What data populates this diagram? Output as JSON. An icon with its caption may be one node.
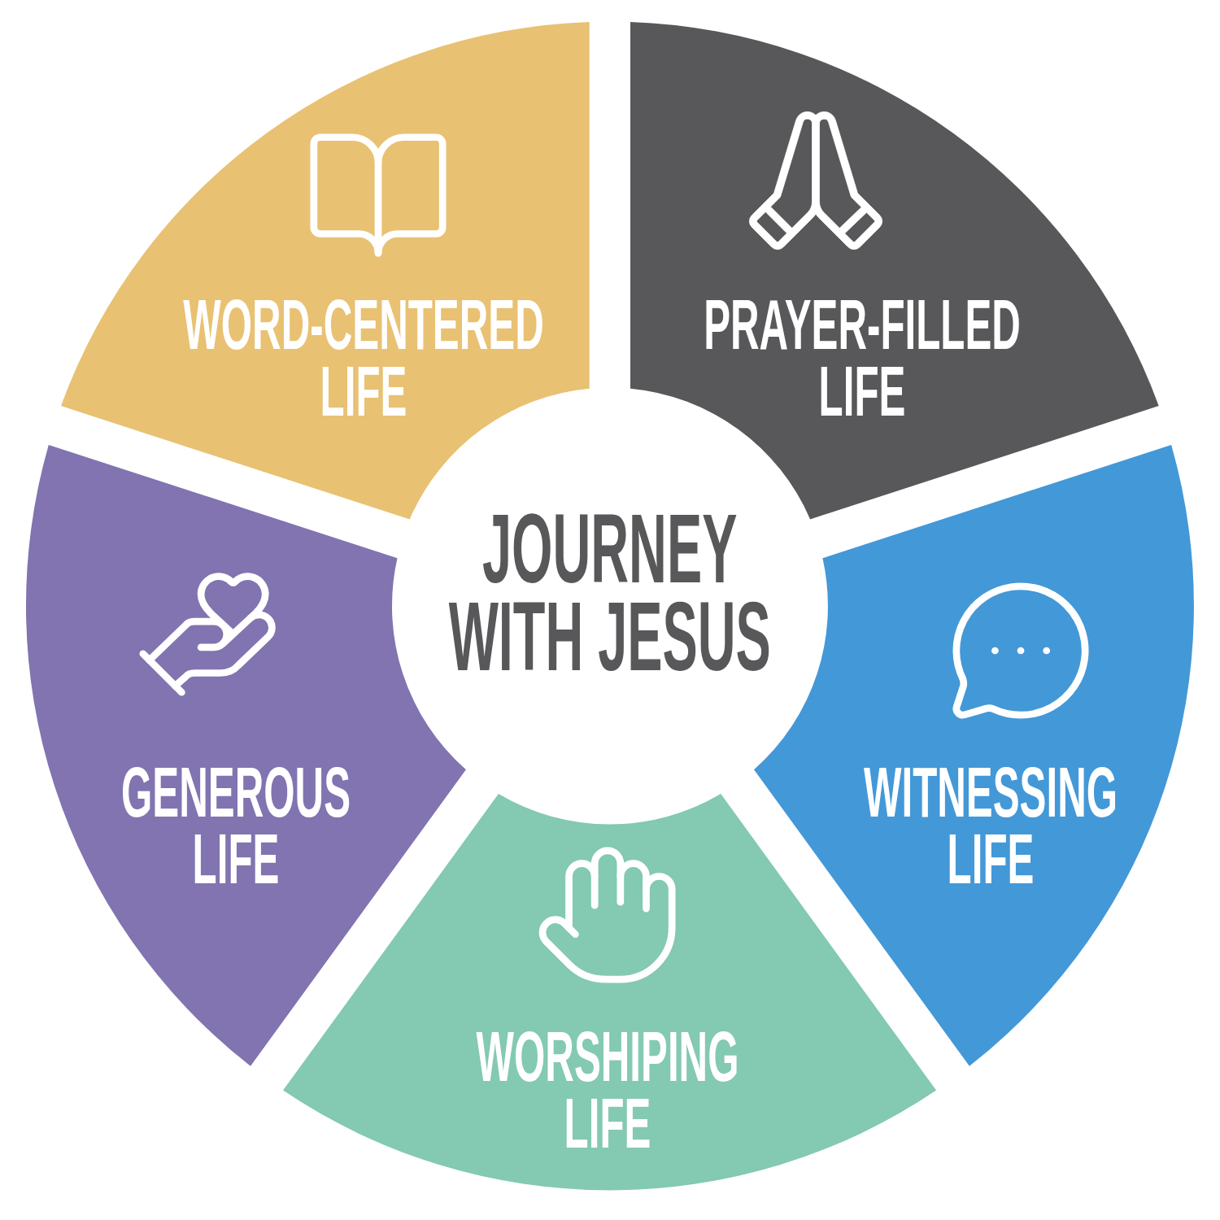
{
  "diagram": {
    "nodes": [
      {
        "text": [
          "WORD-CENTERED LIFE"
        ]
      },
      {
        "text": [
          "PRAYER-FILLED LIFE"
        ]
      },
      {
        "text": [
          "JOURNEY WITH JESUS"
        ]
      },
      {
        "text": [
          "GENEROUS LIFE"
        ]
      },
      {
        "text": [
          "WITNESSING LIFE"
        ]
      },
      {
        "text": [
          "WORSHIPING LIFE"
        ]
      }
    ]
  }
}
